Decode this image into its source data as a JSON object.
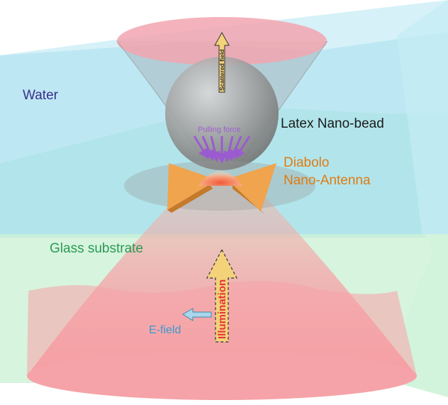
{
  "labels": {
    "water": "Water",
    "glass_substrate": "Glass substrate",
    "latex_bead": "Latex Nano-bead",
    "antenna_line1": "Diabolo",
    "antenna_line2": "Nano-Antenna",
    "pulling_force": "Pulling force",
    "scattered_field": "Scattered field",
    "illumination": "Illumination",
    "e_field": "E-field"
  },
  "colors": {
    "water_label": "#3a2e8c",
    "glass_label": "#2a9a55",
    "bead_label": "#1a1a1a",
    "antenna_label": "#e07b12",
    "pulling_force": "#a05fd0",
    "e_field": "#3a9ad0",
    "illumination_text": "#e8343a",
    "arrow_fill": "#f3d27a",
    "water_block": "#b9e6f2",
    "glass_block": "#d2f4dc",
    "light_cone": "#f7a0a6",
    "collection_cone": "#bfbfbf"
  }
}
